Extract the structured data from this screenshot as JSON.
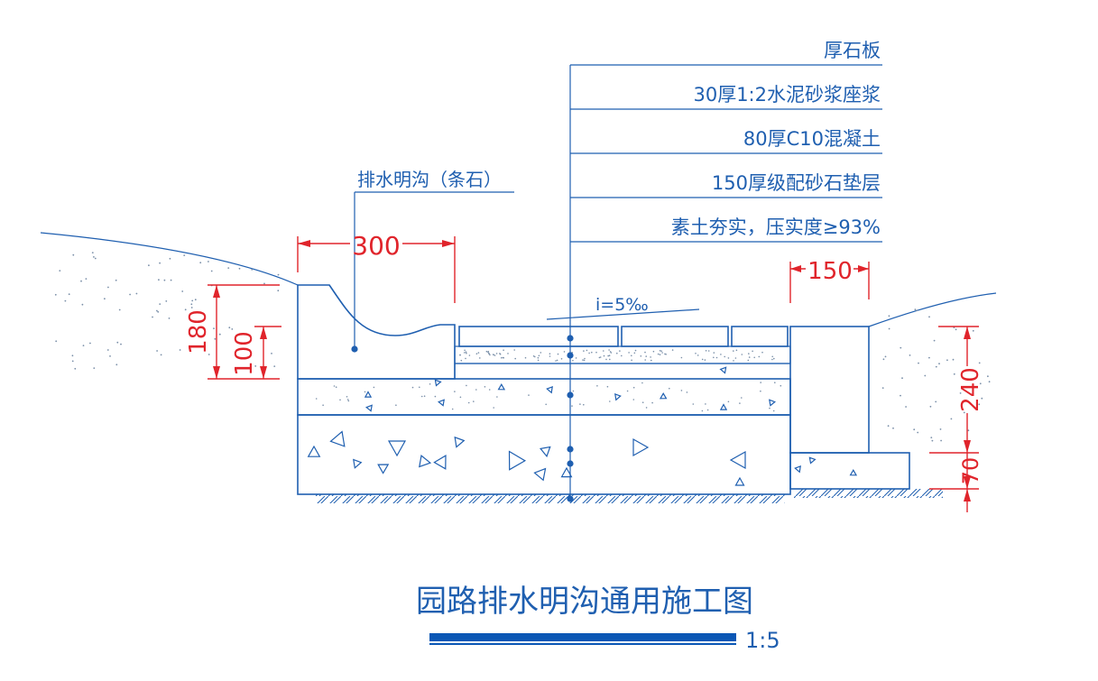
{
  "colors": {
    "line": "#1f5fb0",
    "dimension": "#e0242b",
    "title_bar": "#0b57b5",
    "background": "#ffffff"
  },
  "layers": [
    "厚石板",
    "30厚1:2水泥砂浆座浆",
    "80厚C10混凝土",
    "150厚级配砂石垫层",
    "素土夯实，压实度≥93%"
  ],
  "drain_label": "排水明沟（条石）",
  "slope_label": "i=5‰",
  "dimensions": {
    "width_300": "300",
    "width_150": "150",
    "height_180": "180",
    "height_100": "100",
    "height_240": "240",
    "height_70": "70"
  },
  "title": "园路排水明沟通用施工图",
  "scale": "1:5"
}
